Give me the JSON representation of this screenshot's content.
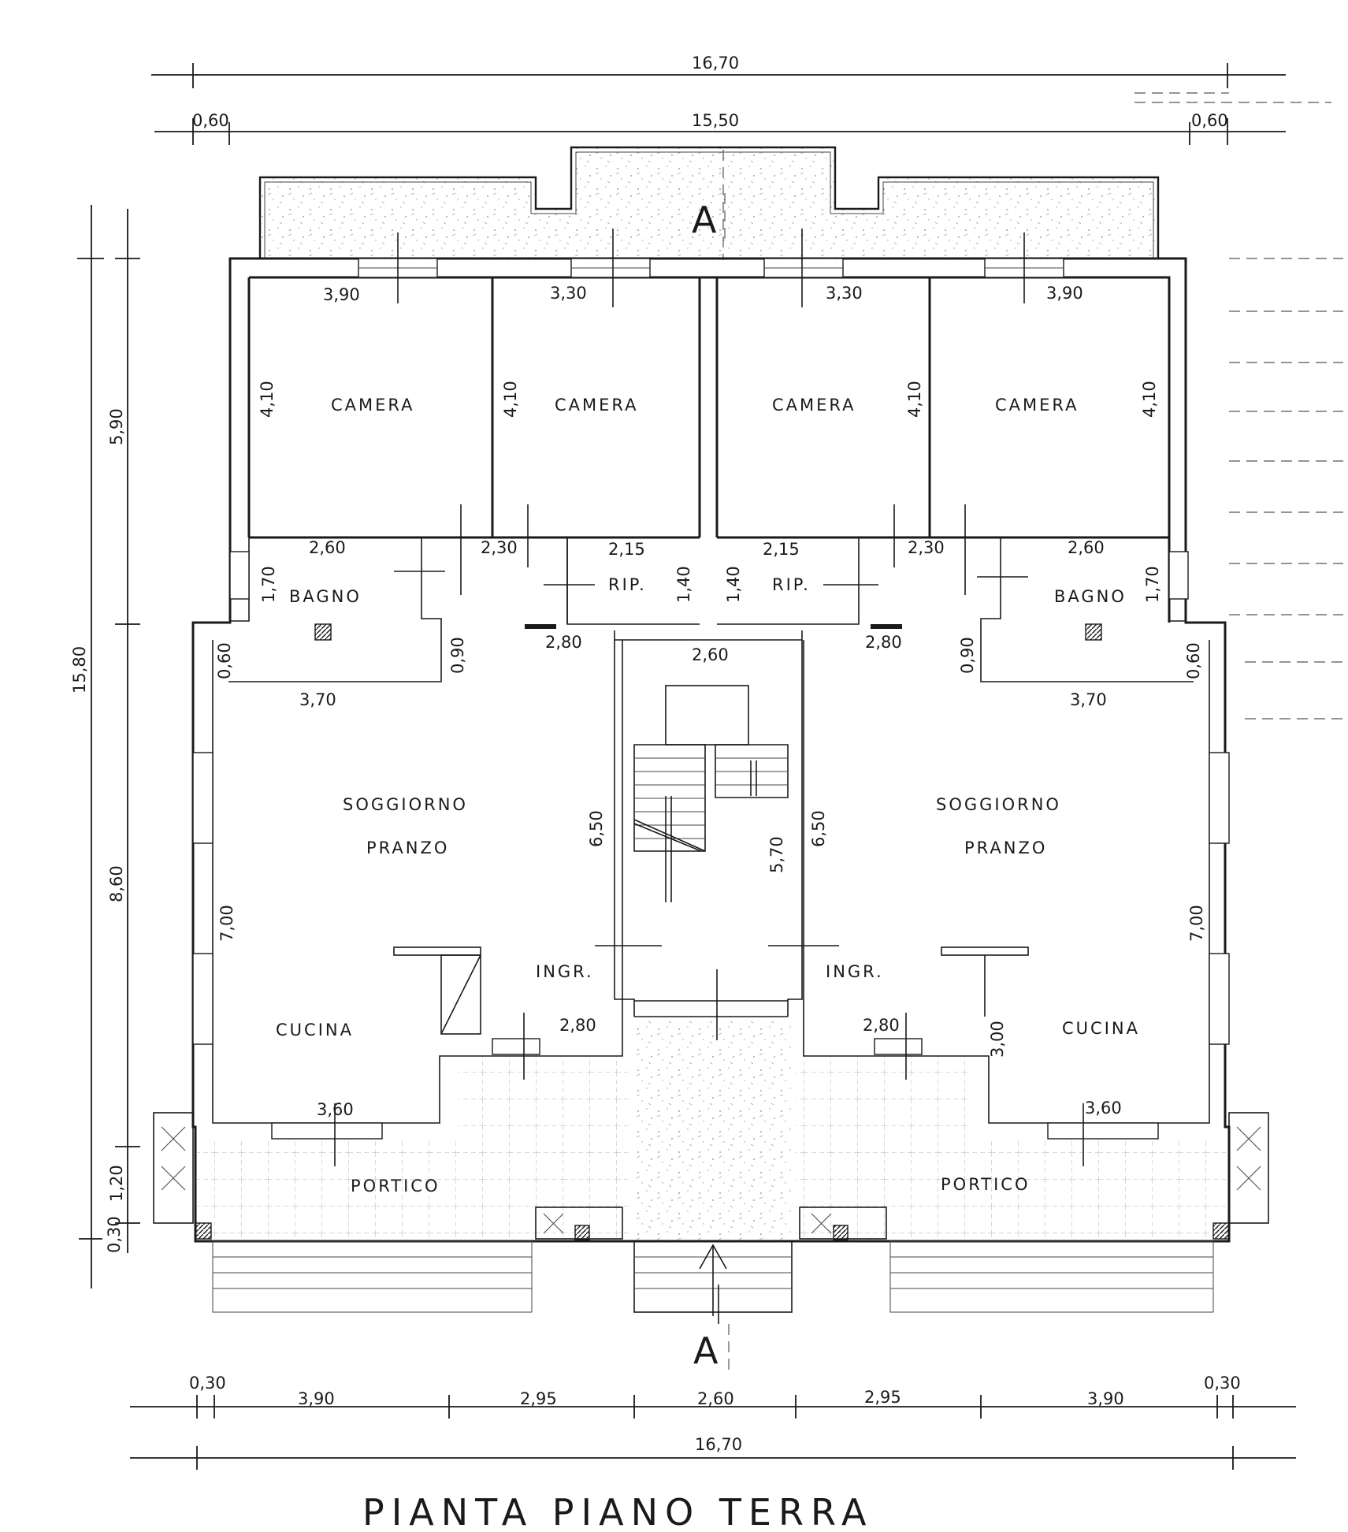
{
  "title": "PIANTA PIANO TERRA",
  "section_marker": "A",
  "rooms": {
    "camera": "CAMERA",
    "bagno": "BAGNO",
    "rip": "RIP.",
    "soggiorno": "SOGGIORNO",
    "pranzo": "PRANZO",
    "ingr": "INGR.",
    "cucina": "CUCINA",
    "portico": "PORTICO"
  },
  "dimensions": {
    "top_total": "16,70",
    "top_inner": "15,50",
    "top_left_offset": "0,60",
    "top_right_offset": "0,60",
    "left_total": "15,80",
    "left_upper": "5,90",
    "left_lower": "8,60",
    "left_portico": "1,20",
    "left_step": "0,30",
    "camera_wide": "3,90",
    "camera_narrow": "3,30",
    "camera_depth": "4,10",
    "bagno_width": "2,60",
    "bagno_depth": "1,70",
    "hall_width": "2,30",
    "rip_width": "2,15",
    "rip_depth": "1,40",
    "bagno_wall_a": "0,60",
    "bagno_wall_b": "0,90",
    "corridor": "2,80",
    "stair_width": "2,60",
    "living_width": "3,70",
    "living_depth": "6,50",
    "stair_depth": "5,70",
    "side_depth": "7,00",
    "kitchen_width": "3,60",
    "kitchen_depth": "3,00",
    "entry_width": "2,80",
    "bottom_total": "16,70",
    "bottom_segments": [
      "0,30",
      "3,90",
      "2,95",
      "2,60",
      "2,95",
      "3,90",
      "0,30"
    ]
  }
}
